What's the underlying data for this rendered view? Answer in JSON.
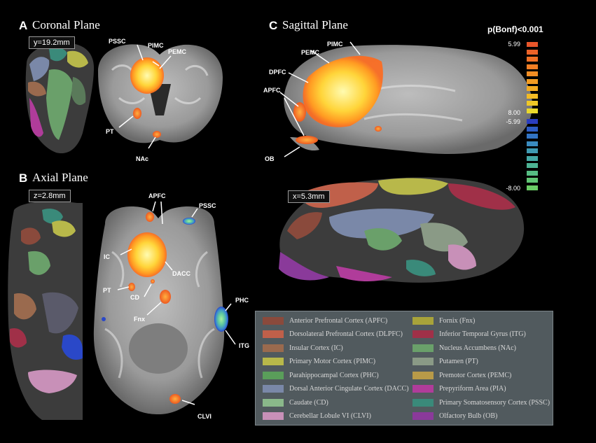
{
  "panels": {
    "A": {
      "letter": "A",
      "title": "Coronal Plane",
      "coord": "y=19.2mm"
    },
    "B": {
      "letter": "B",
      "title": "Axial Plane",
      "coord": "z=2.8mm"
    },
    "C": {
      "letter": "C",
      "title": "Sagittal Plane",
      "coord": "x=5.3mm"
    }
  },
  "labels": {
    "coronal": [
      "PSSC",
      "PIMC",
      "PEMC",
      "PT",
      "NAc"
    ],
    "axial": [
      "APFC",
      "PSSC",
      "IC",
      "DACC",
      "PT",
      "CD",
      "Fnx",
      "PHC",
      "ITG",
      "CLVI"
    ],
    "sagittal": [
      "PEMC",
      "PIMC",
      "DPFC",
      "APFC",
      "OB"
    ]
  },
  "colorbar": {
    "title": "p(Bonf)<0.001",
    "ticks": [
      "5.99",
      "8.00",
      "-5.99",
      "-8.00"
    ],
    "warm_colors": [
      "#e8552a",
      "#ec6228",
      "#ef7026",
      "#f17e24",
      "#f28d23",
      "#f39c22",
      "#f3ab22",
      "#f2ba24",
      "#efc826",
      "#ead82c"
    ],
    "cool_colors": [
      "#2a3dbf",
      "#2d5cc3",
      "#3274c4",
      "#3a8bbf",
      "#3f9bb3",
      "#44a8a5",
      "#4cb394",
      "#56bd83",
      "#61c574",
      "#6bcc66"
    ]
  },
  "legend": [
    {
      "label": "Anterior Prefrontal Cortex (APFC)",
      "color": "#8a4a3c"
    },
    {
      "label": "Fornix (Fnx)",
      "color": "#a8a33a"
    },
    {
      "label": "Dorsolateral Prefrontal Cortex (DLPFC)",
      "color": "#c0604a"
    },
    {
      "label": "Inferior Temporal Gyrus (ITG)",
      "color": "#a03048"
    },
    {
      "label": "Insular Cortex (IC)",
      "color": "#9a6a4e"
    },
    {
      "label": "Nucleus Accumbens (NAc)",
      "color": "#6aa06a"
    },
    {
      "label": "Primary Motor Cortex (PIMC)",
      "color": "#b8b84a"
    },
    {
      "label": "Putamen (PT)",
      "color": "#8a9a86"
    },
    {
      "label": "Parahippocampal Cortex (PHC)",
      "color": "#5a9e5a"
    },
    {
      "label": "Premotor Cortex (PEMC)",
      "color": "#b89a48"
    },
    {
      "label": "Dorsal Anterior Cingulate Cortex (DACC)",
      "color": "#7a88a8"
    },
    {
      "label": "Prepyriform Area (PIA)",
      "color": "#b03c9a"
    },
    {
      "label": "Caudate (CD)",
      "color": "#8ab88a"
    },
    {
      "label": "Primary Somatosensory Cortex (PSSC)",
      "color": "#3a8a7a"
    },
    {
      "label": "Cerebellar Lobule VI (CLVI)",
      "color": "#c890b8"
    },
    {
      "label": "Olfactory Bulb (OB)",
      "color": "#8a3a9a"
    }
  ]
}
